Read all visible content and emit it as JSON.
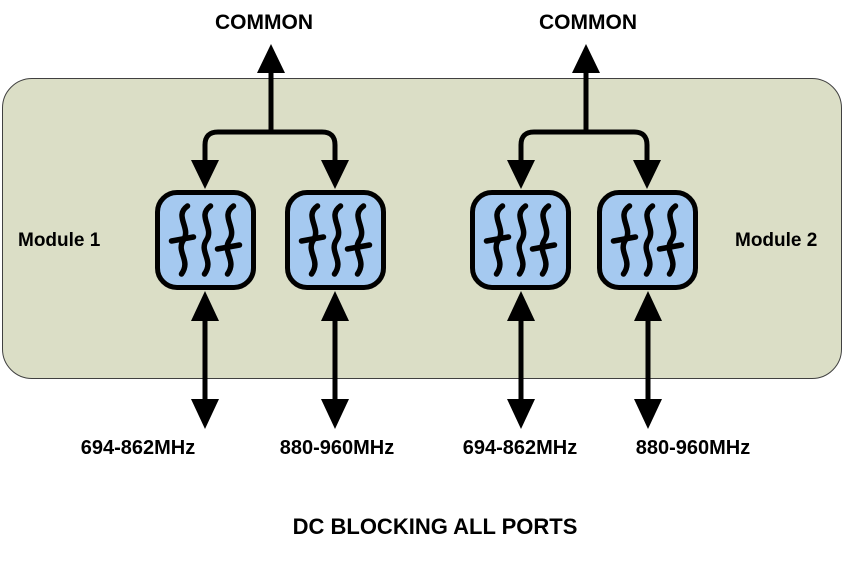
{
  "diagram": {
    "modules": [
      {
        "name": "Module 1",
        "common_port": "COMMON",
        "ports": [
          "694-862MHz",
          "880-960MHz"
        ]
      },
      {
        "name": "Module 2",
        "common_port": "COMMON",
        "ports": [
          "694-862MHz",
          "880-960MHz"
        ]
      }
    ],
    "footer": "DC BLOCKING ALL PORTS",
    "colors": {
      "enclosure_fill": "#dbdec6",
      "enclosure_border": "#404040",
      "filter_fill": "#a5c9f0",
      "line_color": "#000000",
      "text_color": "#000000",
      "background": "#ffffff"
    }
  }
}
